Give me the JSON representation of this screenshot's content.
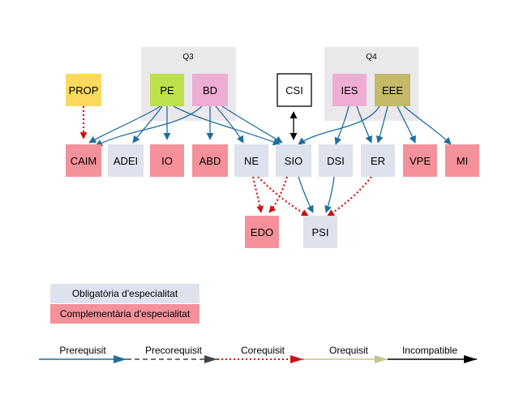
{
  "colors": {
    "obligatoria": "#dde2ee",
    "complementaria": "#f4919a",
    "group_bg": "#ebe8ec",
    "prop": "#fcd95f",
    "pe": "#bde14c",
    "bd": "#eeaed3",
    "ies": "#eeaed3",
    "eee": "#c5b96a",
    "csi": "#ffffff",
    "prerequisit": "#1f6f9c",
    "precorequisit": "#444444",
    "corequisit": "#cc1111",
    "orequisit": "#c8c288",
    "incompatible": "#000000"
  },
  "groups": [
    {
      "id": "q3",
      "label": "Q3"
    },
    {
      "id": "q4",
      "label": "Q4"
    }
  ],
  "nodes": [
    {
      "id": "PROP",
      "label": "PROP"
    },
    {
      "id": "PE",
      "label": "PE"
    },
    {
      "id": "BD",
      "label": "BD"
    },
    {
      "id": "CSI",
      "label": "CSI"
    },
    {
      "id": "IES",
      "label": "IES"
    },
    {
      "id": "EEE",
      "label": "EEE"
    },
    {
      "id": "CAIM",
      "label": "CAIM"
    },
    {
      "id": "ADEI",
      "label": "ADEI"
    },
    {
      "id": "IO",
      "label": "IO"
    },
    {
      "id": "ABD",
      "label": "ABD"
    },
    {
      "id": "NE",
      "label": "NE"
    },
    {
      "id": "SIO",
      "label": "SIO"
    },
    {
      "id": "DSI",
      "label": "DSI"
    },
    {
      "id": "ER",
      "label": "ER"
    },
    {
      "id": "VPE",
      "label": "VPE"
    },
    {
      "id": "MI",
      "label": "MI"
    },
    {
      "id": "EDO",
      "label": "EDO"
    },
    {
      "id": "PSI",
      "label": "PSI"
    }
  ],
  "edges": [
    {
      "from": "PROP",
      "to": "CAIM",
      "type": "corequisit"
    },
    {
      "from": "PE",
      "to": "CAIM",
      "type": "prerequisit"
    },
    {
      "from": "PE",
      "to": "ADEI",
      "type": "prerequisit"
    },
    {
      "from": "PE",
      "to": "IO",
      "type": "prerequisit"
    },
    {
      "from": "PE",
      "to": "SIO",
      "type": "prerequisit"
    },
    {
      "from": "BD",
      "to": "CAIM",
      "type": "prerequisit"
    },
    {
      "from": "BD",
      "to": "ABD",
      "type": "prerequisit"
    },
    {
      "from": "BD",
      "to": "NE",
      "type": "prerequisit"
    },
    {
      "from": "BD",
      "to": "SIO",
      "type": "prerequisit"
    },
    {
      "from": "CSI",
      "to": "SIO",
      "type": "incompatible"
    },
    {
      "from": "IES",
      "to": "DSI",
      "type": "prerequisit"
    },
    {
      "from": "IES",
      "to": "ER",
      "type": "prerequisit"
    },
    {
      "from": "EEE",
      "to": "SIO",
      "type": "prerequisit"
    },
    {
      "from": "EEE",
      "to": "ER",
      "type": "prerequisit"
    },
    {
      "from": "EEE",
      "to": "VPE",
      "type": "prerequisit"
    },
    {
      "from": "EEE",
      "to": "MI",
      "type": "prerequisit"
    },
    {
      "from": "NE",
      "to": "EDO",
      "type": "corequisit"
    },
    {
      "from": "NE",
      "to": "PSI",
      "type": "corequisit"
    },
    {
      "from": "SIO",
      "to": "EDO",
      "type": "corequisit"
    },
    {
      "from": "SIO",
      "to": "PSI",
      "type": "prerequisit"
    },
    {
      "from": "DSI",
      "to": "PSI",
      "type": "prerequisit"
    },
    {
      "from": "ER",
      "to": "PSI",
      "type": "corequisit"
    }
  ],
  "legend": {
    "categories": [
      {
        "id": "obligatoria",
        "label": "Obligatòria d'especialitat"
      },
      {
        "id": "complementaria",
        "label": "Complementària d'especialitat"
      }
    ],
    "edge_types": [
      {
        "id": "prerequisit",
        "label": "Prerequisit"
      },
      {
        "id": "precorequisit",
        "label": "Precorequisit"
      },
      {
        "id": "corequisit",
        "label": "Corequisit"
      },
      {
        "id": "orequisit",
        "label": "Orequisit"
      },
      {
        "id": "incompatible",
        "label": "Incompatible"
      }
    ]
  }
}
